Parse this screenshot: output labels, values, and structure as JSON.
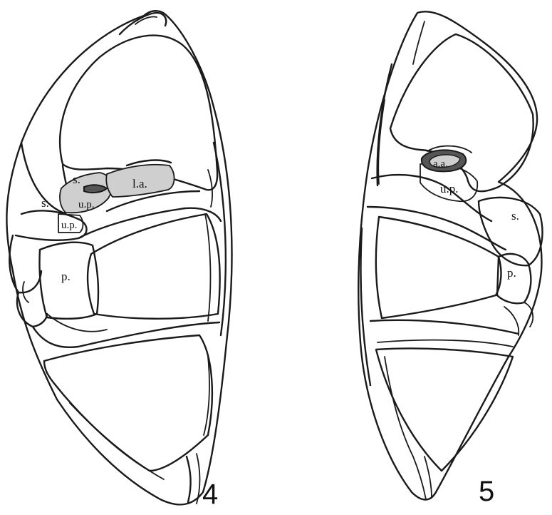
{
  "figure_4": {
    "number": "4",
    "labels": {
      "s_upper": "s.",
      "s_left": "s.",
      "up_inner": "u.p.",
      "up_lower": "u.p.",
      "la": "l.a.",
      "p": "p."
    }
  },
  "figure_5": {
    "number": "5",
    "labels": {
      "aa": "a.a.",
      "up": "u.p.",
      "s": "s.",
      "p": "p."
    }
  }
}
